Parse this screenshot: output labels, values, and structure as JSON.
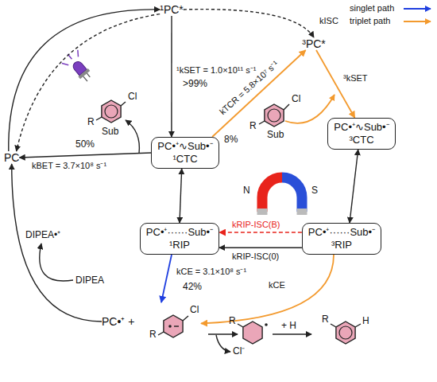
{
  "diagram": {
    "nodes": [
      {
        "text": [
          "¹PC*"
        ]
      },
      {
        "text": [
          "³PC*"
        ]
      },
      {
        "text": [
          "PC"
        ]
      },
      {
        "text": [
          "PC•⁺∿Sub•⁻",
          "¹CTC"
        ]
      },
      {
        "text": [
          "PC•⁺∿Sub•⁻",
          "³CTC"
        ]
      },
      {
        "text": [
          "PC•⁺······Sub•⁻",
          "¹RIP"
        ]
      },
      {
        "text": [
          "PC•⁺······Sub•⁻",
          "³RIP"
        ]
      },
      {
        "text": [
          "PC•⁺ +"
        ]
      }
    ],
    "edges": [
      {
        "from": 2,
        "to": 0,
        "arrow": "to"
      },
      {
        "from": 0,
        "to": 2,
        "arrow": "to"
      },
      {
        "from": 0,
        "to": 3,
        "label": "¹kSET = 1.0×10¹¹ s⁻¹",
        "arrow": "to"
      },
      {
        "from": 0,
        "to": 1,
        "label": "kISC",
        "arrow": "to"
      },
      {
        "from": 3,
        "to": 1,
        "label": "kTCR = 5.8×10⁷ s⁻¹",
        "arrow": "to"
      },
      {
        "from": 1,
        "to": 4,
        "label": "³kSET",
        "arrow": "to"
      },
      {
        "from": 3,
        "to": 2,
        "label": "kBET = 3.7×10⁸ s⁻¹",
        "arrow": "to"
      },
      {
        "from": 3,
        "to": 5,
        "arrow": "both"
      },
      {
        "from": 4,
        "to": 6,
        "arrow": "both"
      },
      {
        "from": 6,
        "to": 5,
        "label": "kRIP-ISC(B)",
        "arrow": "to"
      },
      {
        "from": 6,
        "to": 5,
        "label": "kRIP-ISC(0)",
        "arrow": "to"
      },
      {
        "from": 5,
        "to": 7,
        "label": "kCE = 3.1×10⁸ s⁻¹",
        "arrow": "to"
      },
      {
        "from": 6,
        "to": 7,
        "label": "kCE",
        "arrow": "to"
      },
      {
        "from": 7,
        "to": 2,
        "arrow": "to"
      }
    ],
    "labels": [
      ">99%",
      "8%",
      "50%",
      "42%",
      "Sub",
      "R",
      "Cl",
      "Sub",
      "R",
      "Cl",
      "DIPEA",
      "DIPEA•⁺",
      "N",
      "S",
      "R",
      "Cl",
      "Cl⁻",
      "R",
      "+ H",
      "R",
      "H"
    ],
    "legend": [
      {
        "text": "singlet path"
      },
      {
        "text": "triplet path"
      }
    ]
  }
}
